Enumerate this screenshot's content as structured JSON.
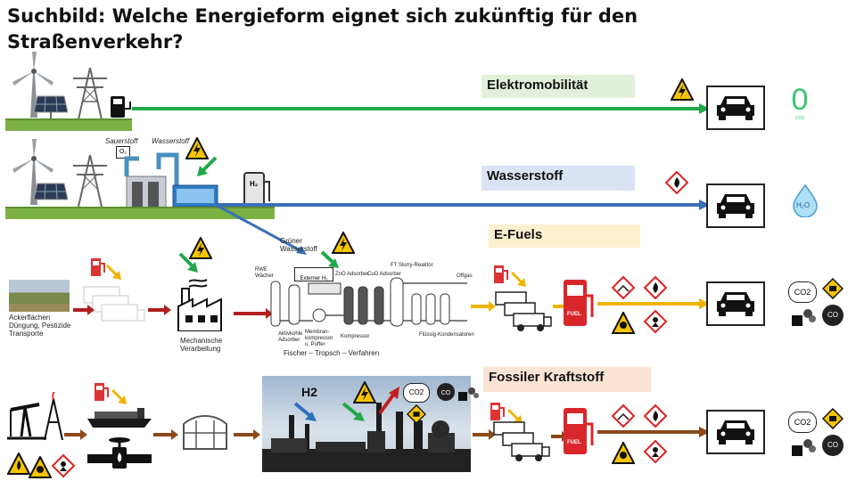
{
  "title": "Suchbild: Welche Energieform eignet sich zukünftig für den Straßenverkehr?",
  "rows": {
    "elektro": {
      "label": "Elektromobilität",
      "emission": "0",
      "emission_sub": "CO2"
    },
    "wasserstoff": {
      "label": "Wasserstoff",
      "sauerstoff": "Sauerstoff",
      "wasserstoff_small": "Wasserstoff",
      "o2": "O₂",
      "h2": "H₂",
      "emission": "H₂O"
    },
    "efuels": {
      "label": "E-Fuels",
      "farm_caption": "Ackerflächen Düngung, Pestizide Transporte",
      "mech_caption": "Mechanische Verarbeitung",
      "gruener_wasserstoff": "Grüner Wasserstoff",
      "externer_h2": "Externer H₂",
      "rwe": "RWE Wächer",
      "adsorber1": "Aktivkohle Adsorber",
      "membran": "Membran-kompressor u. Puffer",
      "kompressor": "Kompressor",
      "zno": "ZnO Adsorber",
      "cuo": "CuO Adsorber",
      "ft": "FT Slurry-Reaktor",
      "offgas": "Offgas",
      "kondensatoren": "Flüssig-Kondensatoren",
      "process": "Fischer – Tropsch – Verfahren",
      "fuel": "FUEL",
      "co2": "CO2",
      "co": "CO"
    },
    "fossil": {
      "label": "Fossiler Kraftstoff",
      "h2": "H2",
      "fuel": "FUEL",
      "co2": "CO2",
      "co": "CO"
    }
  },
  "colors": {
    "elektro": "#20a84a",
    "wasserstoff": "#3a6fb8",
    "efuels": "#f0b400",
    "fossil": "#8a4a1c",
    "red_arrow": "#b01e1e",
    "label_green": "#e2efd9",
    "label_blue": "#dae3f3",
    "label_yellow": "#fdf0cf",
    "label_peach": "#fbe4d5"
  },
  "icons": [
    "wind-turbine-icon",
    "solar-panel-icon",
    "power-pylon-icon",
    "charging-station-icon",
    "car-icon",
    "high-voltage-icon",
    "flammable-icon",
    "water-drop-icon",
    "fuel-pump-icon",
    "truck-icon",
    "factory-icon",
    "oil-pump-icon",
    "ship-icon",
    "valve-icon",
    "tank-icon",
    "refinery-icon",
    "toxic-icon",
    "environment-hazard-icon",
    "health-hazard-icon",
    "co2-icon",
    "co-icon",
    "smokestack-icon"
  ]
}
